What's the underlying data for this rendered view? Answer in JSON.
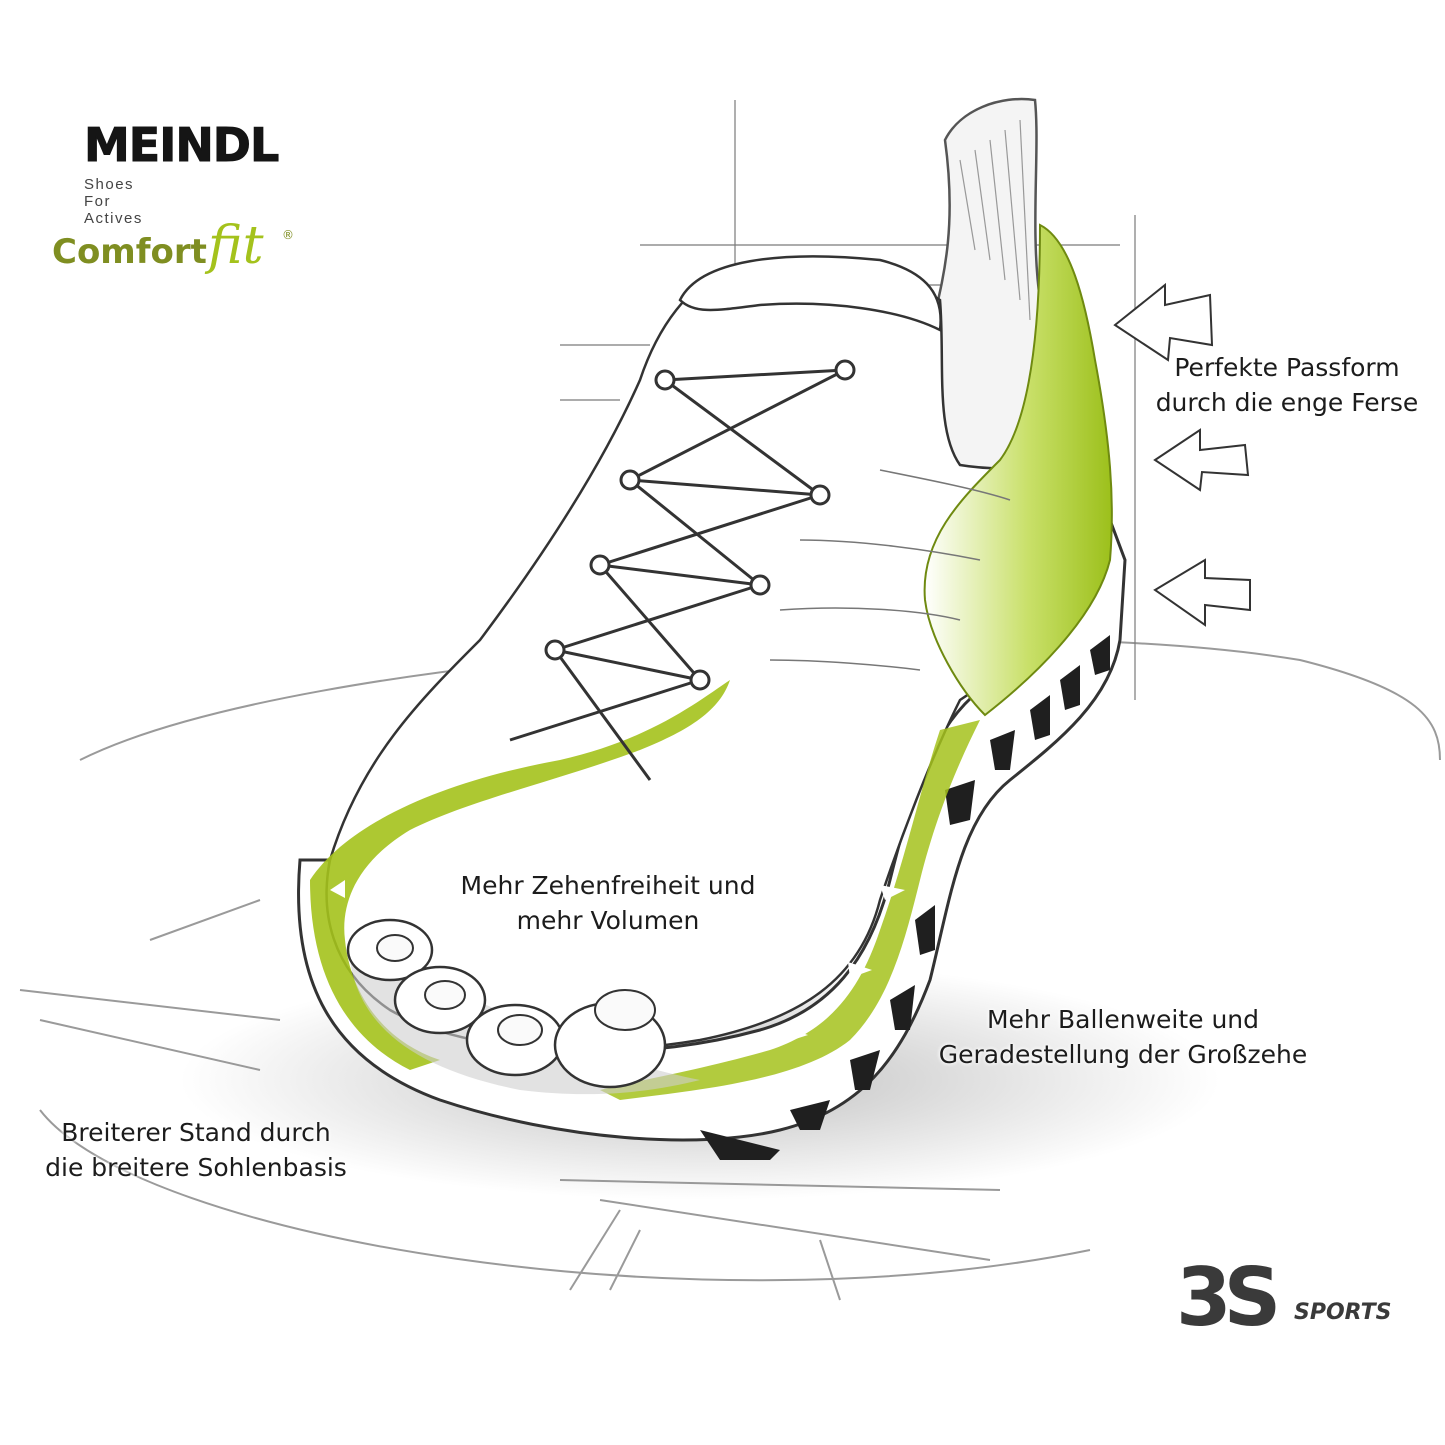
{
  "brand": {
    "name": "MEINDL",
    "tagline": "Shoes For Actives",
    "technology": {
      "part1": "Comfort",
      "part2": "fit",
      "mark": "®"
    }
  },
  "callouts": {
    "heel": [
      "Perfekte Passform",
      "durch die enge Ferse"
    ],
    "toes": [
      "Mehr Zehenfreiheit und",
      "mehr Volumen"
    ],
    "ball": [
      "Mehr Ballenweite und",
      "Geradestellung der Großzehe"
    ],
    "sole": [
      "Breiterer Stand durch",
      "die breitere Sohlenbasis"
    ]
  },
  "retailer": {
    "mark": "3S",
    "word": "SPORTS"
  },
  "colors": {
    "accent_green": "#a4c21c",
    "brand_olive": "#7f8e21",
    "ink": "#1c1c1c"
  },
  "icons": [
    "arrow-icon",
    "shoe-illustration"
  ]
}
